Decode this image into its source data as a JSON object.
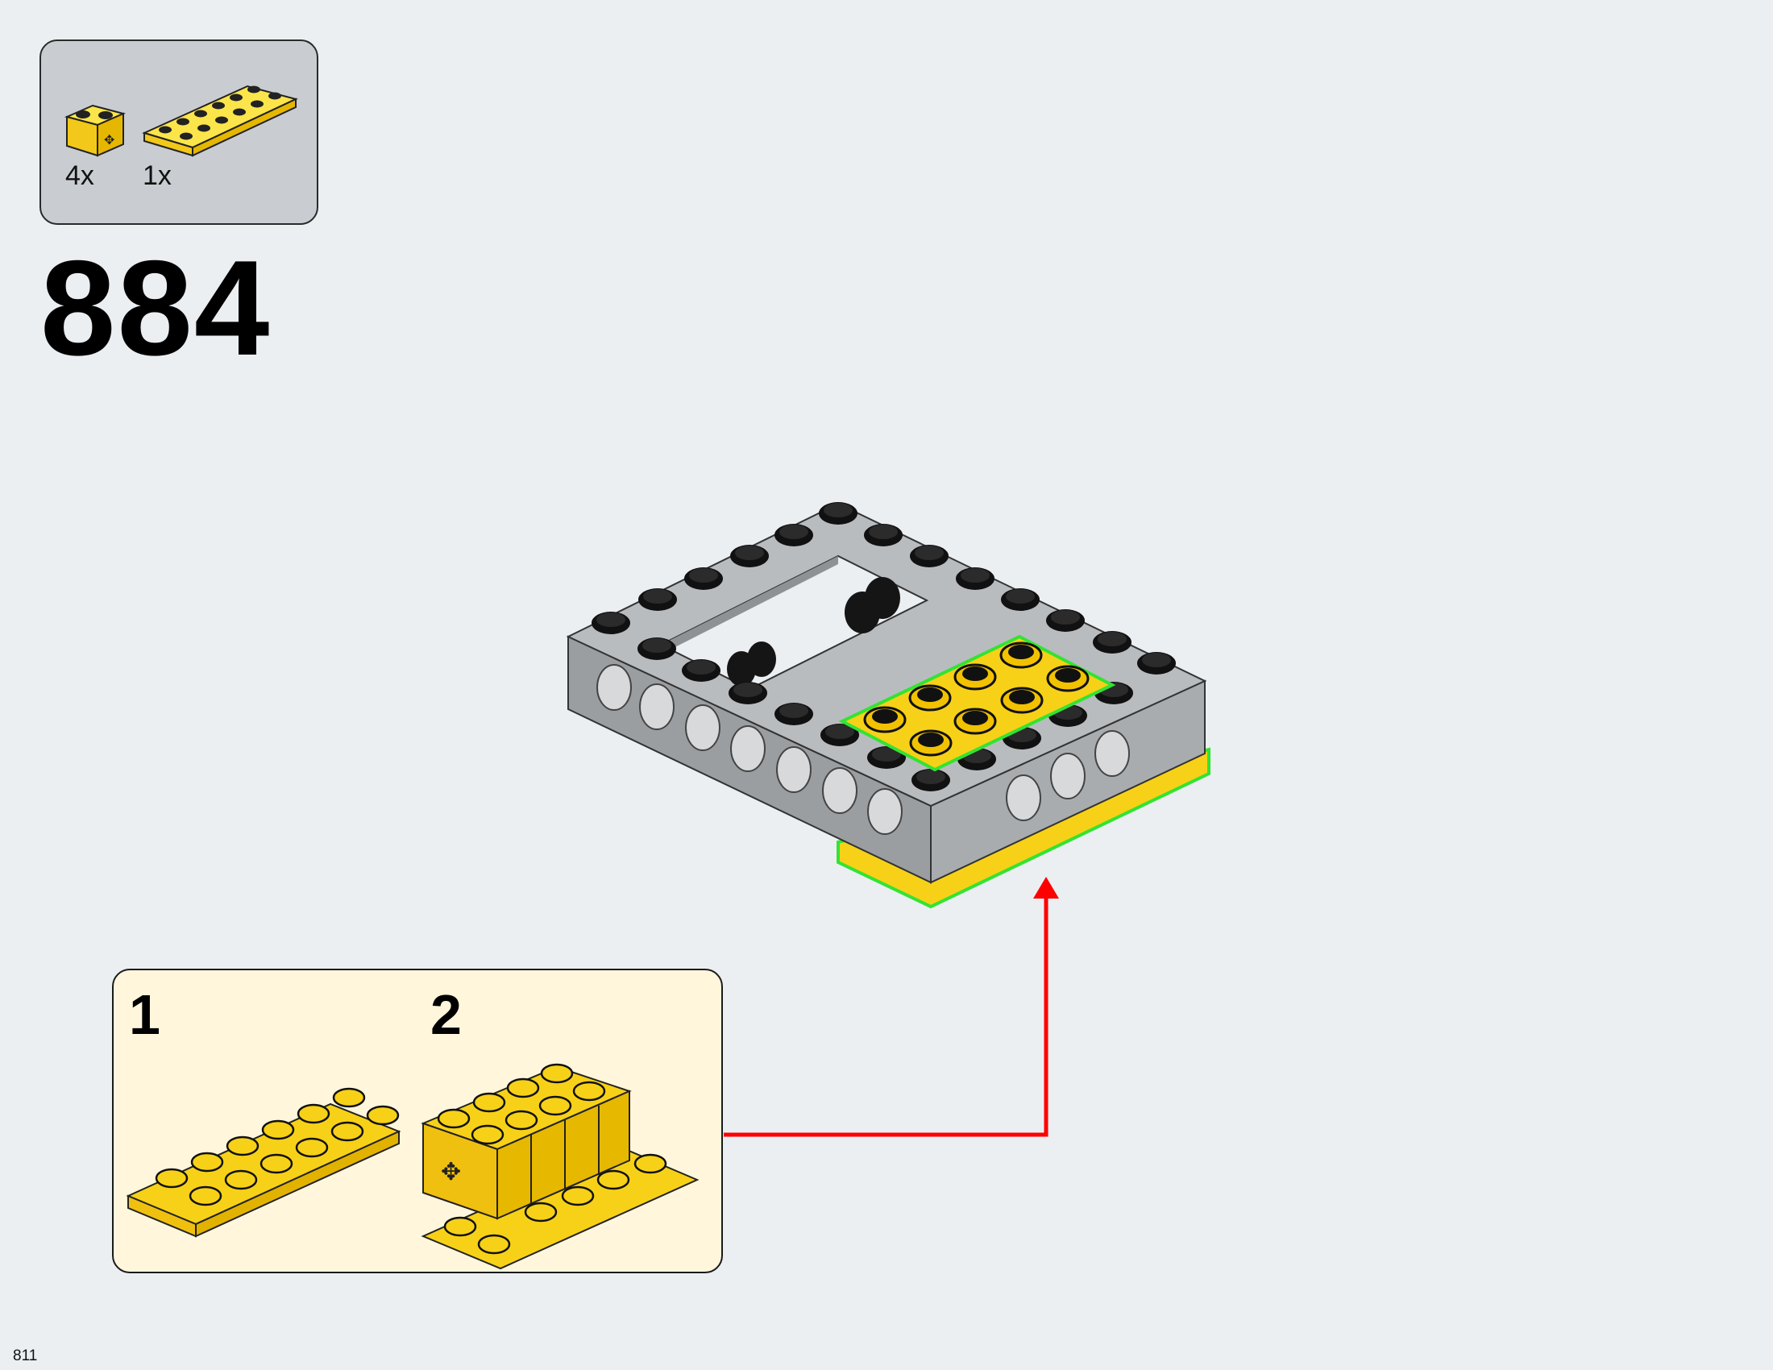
{
  "parts_list": {
    "items": [
      {
        "part": "yellow-1x2-technic-brick-icon",
        "quantity": "4x"
      },
      {
        "part": "yellow-2x6-plate-icon",
        "quantity": "1x"
      }
    ]
  },
  "step": {
    "number": "884"
  },
  "callout": {
    "substeps": [
      {
        "number": "1"
      },
      {
        "number": "2"
      }
    ]
  },
  "page": {
    "number": "811"
  },
  "colors": {
    "background": "#ebeff2",
    "parts_box": "#c9cdd1",
    "callout_bg": "#fff6dc",
    "brick_yellow": "#f7d117",
    "brick_gray": "#a2a5a8",
    "highlight_green": "#33e333",
    "arrow_red": "#ff0000"
  }
}
